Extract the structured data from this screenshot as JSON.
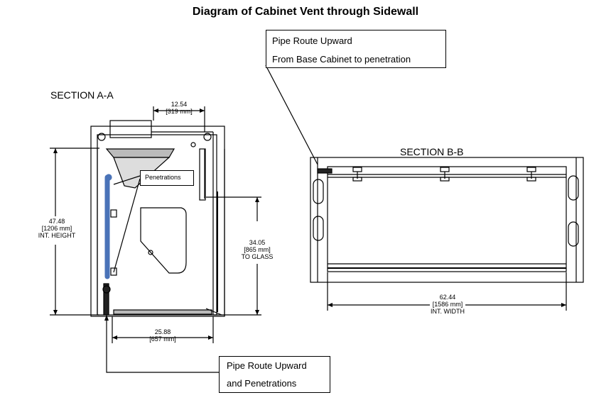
{
  "title": "Diagram of Cabinet Vent through Sidewall",
  "callouts": {
    "top": {
      "line1": "Pipe Route Upward",
      "line2": "From Base Cabinet to penetration"
    },
    "bottom": {
      "line1": "Pipe Route Upward",
      "line2": "and Penetrations"
    },
    "penetrations": {
      "line1": "Penetrations"
    }
  },
  "sections": {
    "a": "SECTION A-A",
    "b": "SECTION B-B"
  },
  "dimensions": {
    "width_top": {
      "value": "12.54",
      "metric": "[319 mm]"
    },
    "int_height": {
      "value": "47.48",
      "metric": "[1206 mm]",
      "label": "INT. HEIGHT"
    },
    "to_glass": {
      "value": "34.05",
      "metric": "[865 mm]",
      "label": "TO GLASS"
    },
    "depth_bottom": {
      "value": "25.88",
      "metric": "[657 mm]"
    },
    "int_width": {
      "value": "62.44",
      "metric": "[1586 mm]",
      "label": "INT. WIDTH"
    }
  },
  "colors": {
    "pipe": "#4a73b8",
    "line": "#000000"
  }
}
